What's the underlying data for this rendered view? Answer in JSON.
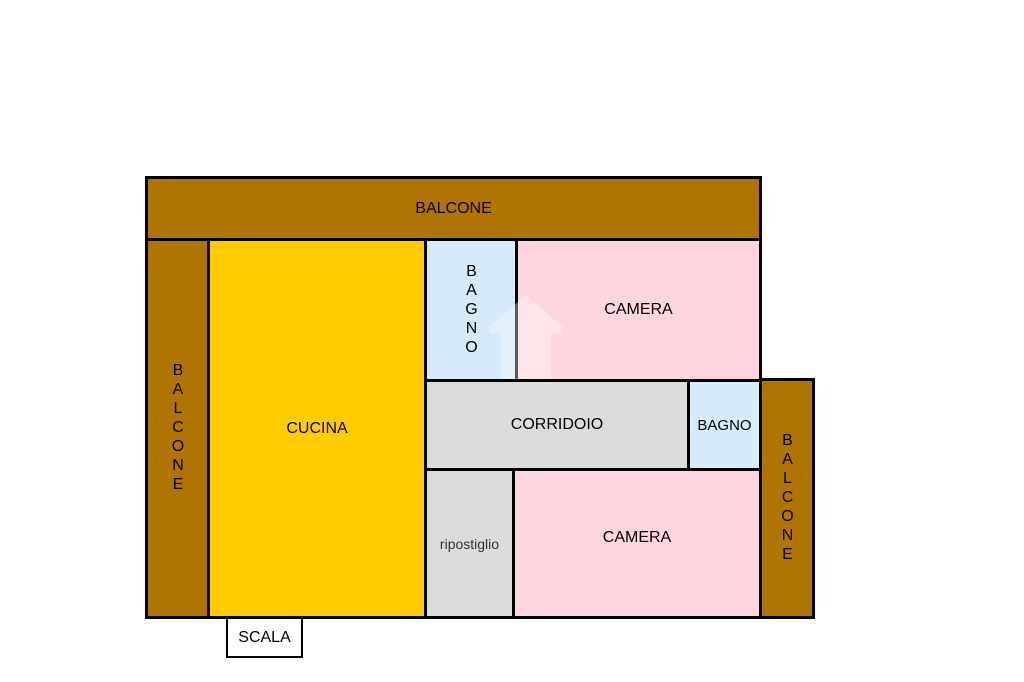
{
  "colors": {
    "balcone": "#b07400",
    "cucina": "#ffcc00",
    "bagno": "#d6eafc",
    "camera": "#ffd6df",
    "corridoio": "#dcdcdc",
    "ripostiglio": "#dcdcdc",
    "scala": "#ffffff",
    "wall": "#000000"
  },
  "rooms": {
    "balcone_top": "BALCONE",
    "balcone_left": "BALCONE",
    "balcone_right": "BALCONE",
    "cucina": "CUCINA",
    "bagno_top": "BAGNO",
    "camera_top": "CAMERA",
    "corridoio": "CORRIDOIO",
    "bagno_small": "BAGNO",
    "ripostiglio": "ripostiglio",
    "camera_bottom": "CAMERA",
    "scala": "SCALA"
  },
  "watermark_icon": "house-logo-icon"
}
